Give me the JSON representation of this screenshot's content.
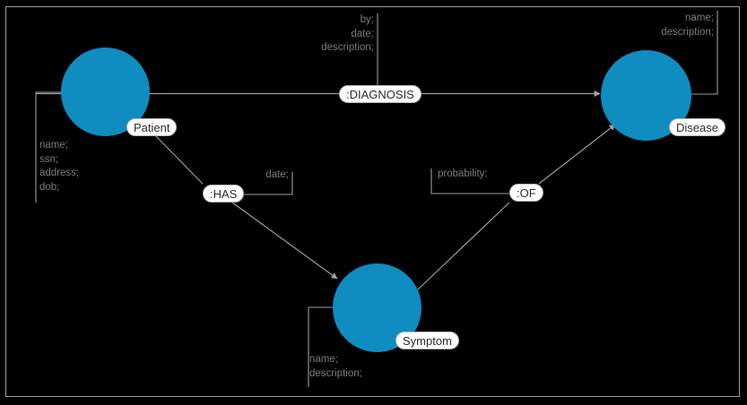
{
  "canvas": {
    "background_color": "#000000",
    "border_color": "#9d9d9d",
    "node_color": "#0f8cc0",
    "edge_color": "#9e9e9e",
    "pill_text_color": "#2b2b2b",
    "property_text_color": "#7c7c7c"
  },
  "nodes": [
    {
      "id": "patient",
      "label": "Patient",
      "properties": [
        "name;",
        "ssn;",
        "address;",
        "dob;"
      ],
      "properties_text": "name;\nssn;\naddress;\ndob;"
    },
    {
      "id": "disease",
      "label": "Disease",
      "properties": [
        "name;",
        "description;"
      ],
      "properties_text": "name;\ndescription;"
    },
    {
      "id": "symptom",
      "label": "Symptom",
      "properties": [
        "name;",
        "description;"
      ],
      "properties_text": "name;\ndescription;"
    }
  ],
  "relationships": [
    {
      "id": "diagnosis",
      "label": ":DIAGNOSIS",
      "from": "patient",
      "to": "disease",
      "properties": [
        "by;",
        "date;",
        "description;"
      ],
      "properties_text": "by;\ndate;\ndescription;"
    },
    {
      "id": "has",
      "label": ":HAS",
      "from": "patient",
      "to": "symptom",
      "properties": [
        "date;"
      ],
      "properties_text": "date;"
    },
    {
      "id": "of",
      "label": ":OF",
      "from": "symptom",
      "to": "disease",
      "properties": [
        "probability;"
      ],
      "properties_text": "probability;"
    }
  ]
}
